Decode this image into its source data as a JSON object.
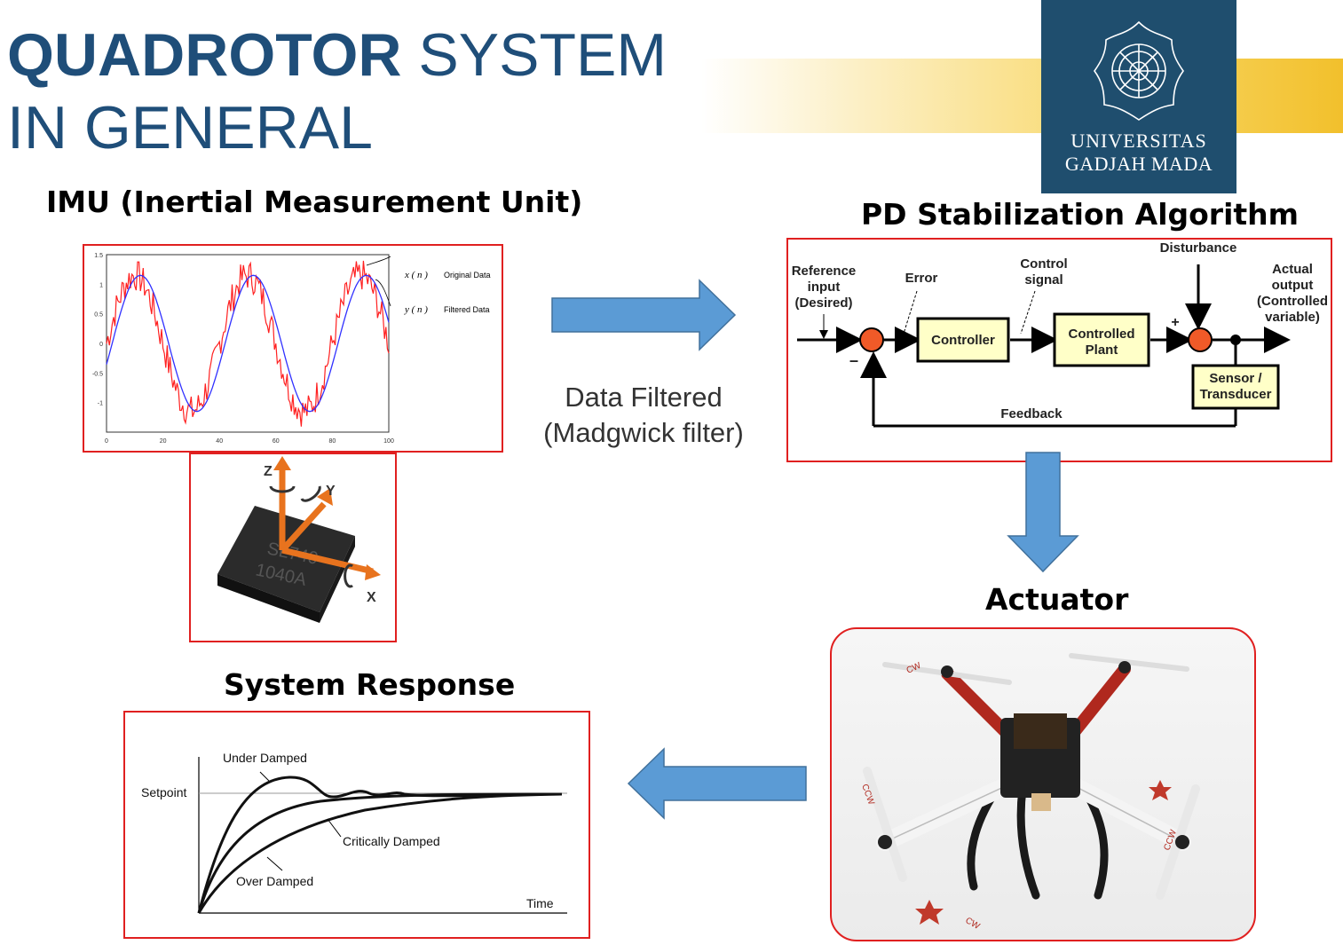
{
  "slide": {
    "title_bold": "QUADROTOR",
    "title_rest": " SYSTEM",
    "title_line2": "IN GENERAL"
  },
  "logo": {
    "line1": "UNIVERSITAS",
    "line2": "GADJAH MADA",
    "color": "#1f4e6e"
  },
  "headings": {
    "imu": "IMU (Inertial Measurement Unit)",
    "pd": "PD Stabilization Algorithm",
    "actuator": "Actuator",
    "response": "System Response"
  },
  "arrow_label": {
    "line1": "Data Filtered",
    "line2": "(Madgwick filter)"
  },
  "imu_plot": {
    "legend_x": "x ( n )",
    "legend_x_label": "Original Data",
    "legend_y": "y ( n )",
    "legend_y_label": "Filtered Data",
    "yticks": [
      "1.5",
      "1",
      "0.5",
      "0",
      "-0.5",
      "-1"
    ],
    "xticks": [
      "0",
      "20",
      "40",
      "60",
      "80",
      "100"
    ],
    "colors": {
      "original": "#ff2020",
      "filtered": "#3030ff"
    }
  },
  "sensor": {
    "axis_z": "Z",
    "axis_y": "Y",
    "axis_x": "X",
    "chip_line1": "SL740",
    "chip_line2": "1040A",
    "axis_color": "#e8731e"
  },
  "block_diagram": {
    "reference": [
      "Reference",
      "input",
      "(Desired)"
    ],
    "error": "Error",
    "control_signal": [
      "Control",
      "signal"
    ],
    "disturbance": "Disturbance",
    "output": [
      "Actual",
      "output",
      "(Controlled",
      "variable)"
    ],
    "controller": "Controller",
    "plant": [
      "Controlled",
      "Plant"
    ],
    "sensor": [
      "Sensor /",
      "Transducer"
    ],
    "feedback": "Feedback",
    "minus": "–",
    "plus": "+"
  },
  "drone": {
    "props": [
      "CCW",
      "CW",
      "CCW",
      "CW"
    ]
  },
  "response": {
    "setpoint": "Setpoint",
    "under": "Under Damped",
    "critical": "Critically Damped",
    "over": "Over Damped",
    "time": "Time"
  },
  "colors": {
    "arrow": "#5b9bd5",
    "frame": "#e02020",
    "title": "#1f4e79"
  }
}
